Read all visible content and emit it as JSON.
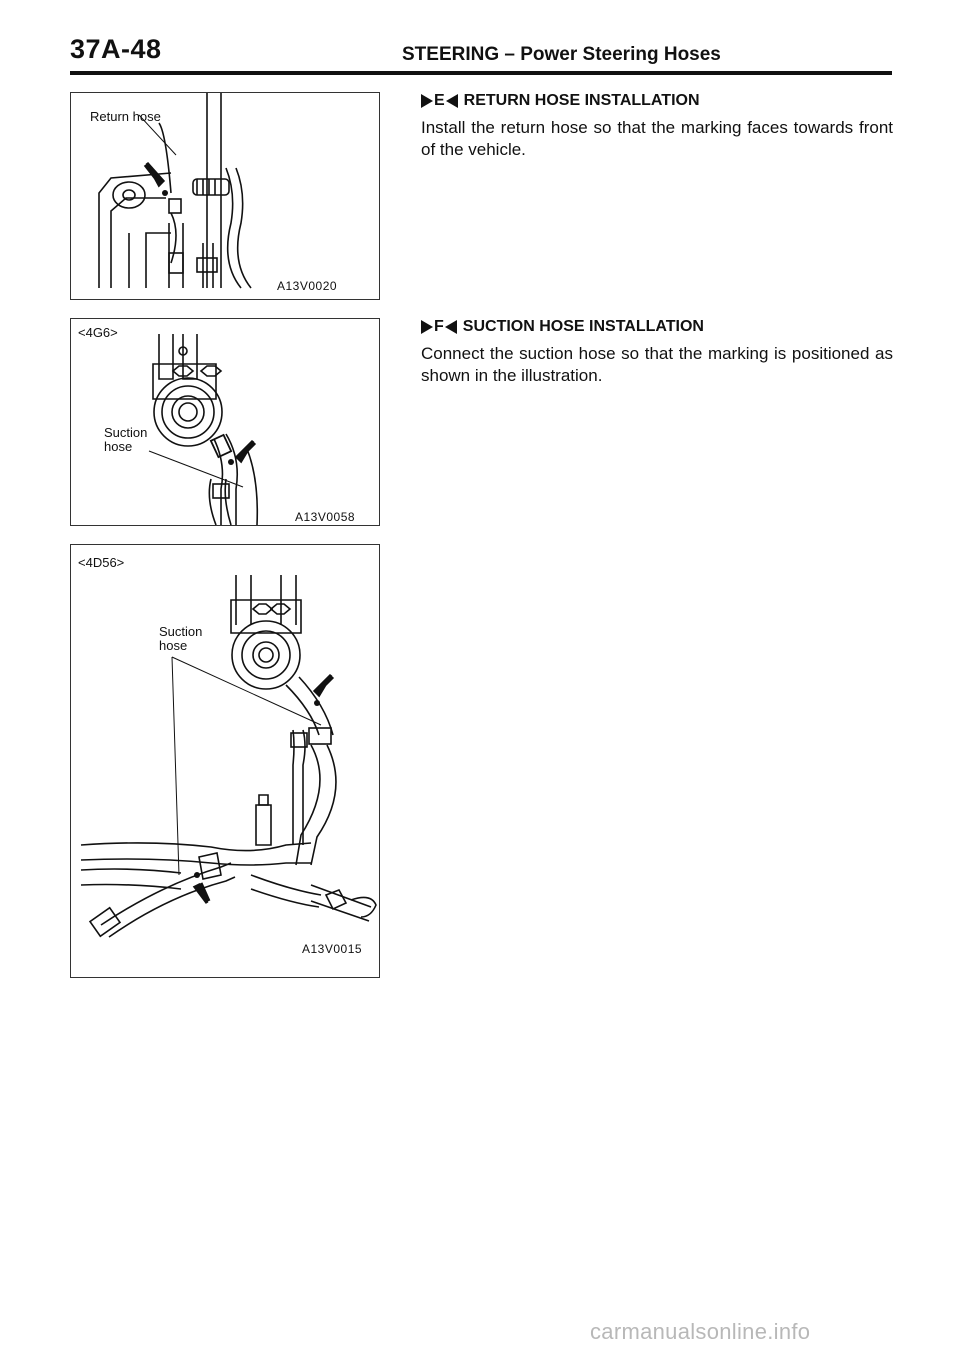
{
  "header": {
    "page_number": "37A-48",
    "title": "STEERING – Power Steering Hoses"
  },
  "figures": {
    "fig1": {
      "label": "Return hose",
      "code": "A13V0020"
    },
    "fig2": {
      "variant": "<4G6>",
      "label_line1": "Suction",
      "label_line2": "hose",
      "code": "A13V0058"
    },
    "fig3": {
      "variant": "<4D56>",
      "label_line1": "Suction",
      "label_line2": "hose",
      "code": "A13V0015"
    }
  },
  "sections": [
    {
      "letter": "E",
      "title": "RETURN HOSE INSTALLATION",
      "body": "Install the return hose so that the marking faces towards front of the vehicle."
    },
    {
      "letter": "F",
      "title": "SUCTION HOSE INSTALLATION",
      "body": "Connect the suction hose so that the marking is positioned as shown in the illustration."
    }
  ],
  "footer": {
    "watermark": "carmanualsonline.info"
  }
}
